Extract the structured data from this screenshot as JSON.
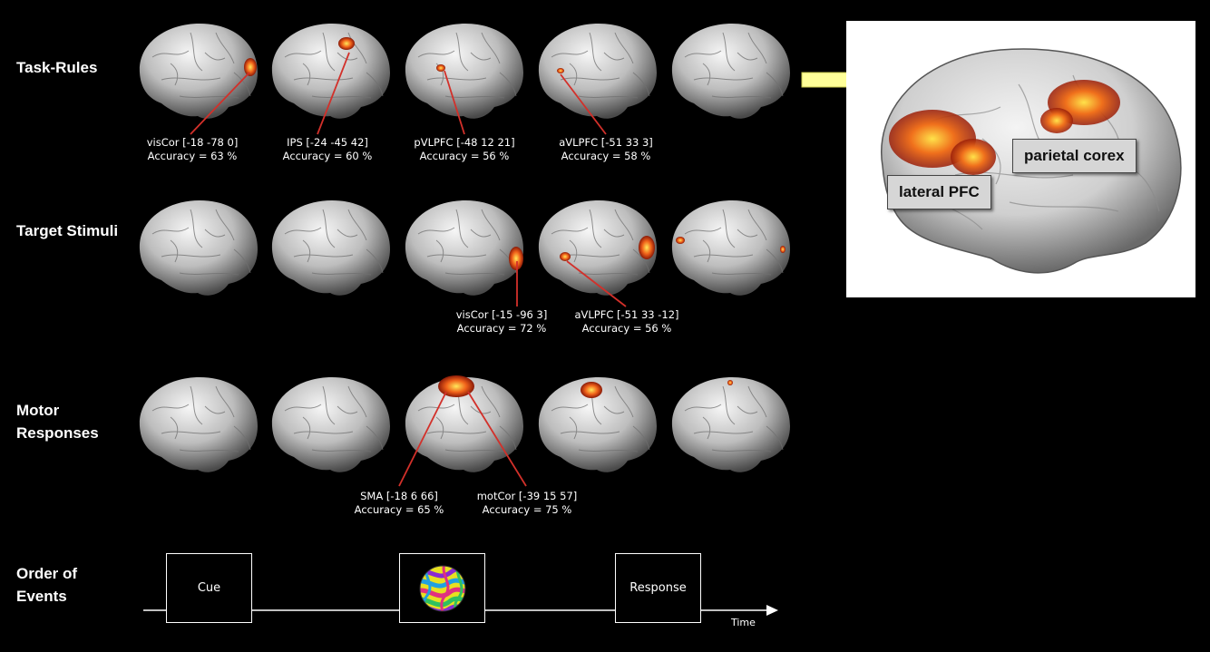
{
  "rows": [
    {
      "label": "Task-Rules"
    },
    {
      "label": "Target Stimuli"
    },
    {
      "label": "Motor Responses"
    },
    {
      "label": "Order of Events"
    }
  ],
  "annotations": {
    "task_rules": [
      {
        "region": "visCor [-18 -78 0]",
        "accuracy": "Accuracy = 63 %"
      },
      {
        "region": "IPS [-24 -45 42]",
        "accuracy": "Accuracy = 60 %"
      },
      {
        "region": "pVLPFC [-48 12 21]",
        "accuracy": "Accuracy = 56 %"
      },
      {
        "region": "aVLPFC [-51 33 3]",
        "accuracy": "Accuracy = 58 %"
      }
    ],
    "target_stimuli": [
      {
        "region": "visCor [-15 -96 3]",
        "accuracy": "Accuracy = 72 %"
      },
      {
        "region": "aVLPFC [-51 33 -12]",
        "accuracy": "Accuracy = 56 %"
      }
    ],
    "motor_responses": [
      {
        "region": "SMA [-18 6 66]",
        "accuracy": "Accuracy = 65 %"
      },
      {
        "region": "motCor [-39 15 57]",
        "accuracy": "Accuracy = 75 %"
      }
    ]
  },
  "panel": {
    "labels": {
      "lateral": "lateral PFC",
      "parietal": "parietal corex"
    }
  },
  "events": {
    "cue": "Cue",
    "response": "Response",
    "time_axis": "Time"
  },
  "colors": {
    "background": "#000000",
    "annotation_line": "#d2302a",
    "arrow_fill": "#ffff99",
    "activation_hot": "#ffd23a",
    "activation_mid": "#e8541a",
    "activation_low": "#8a1a08"
  }
}
